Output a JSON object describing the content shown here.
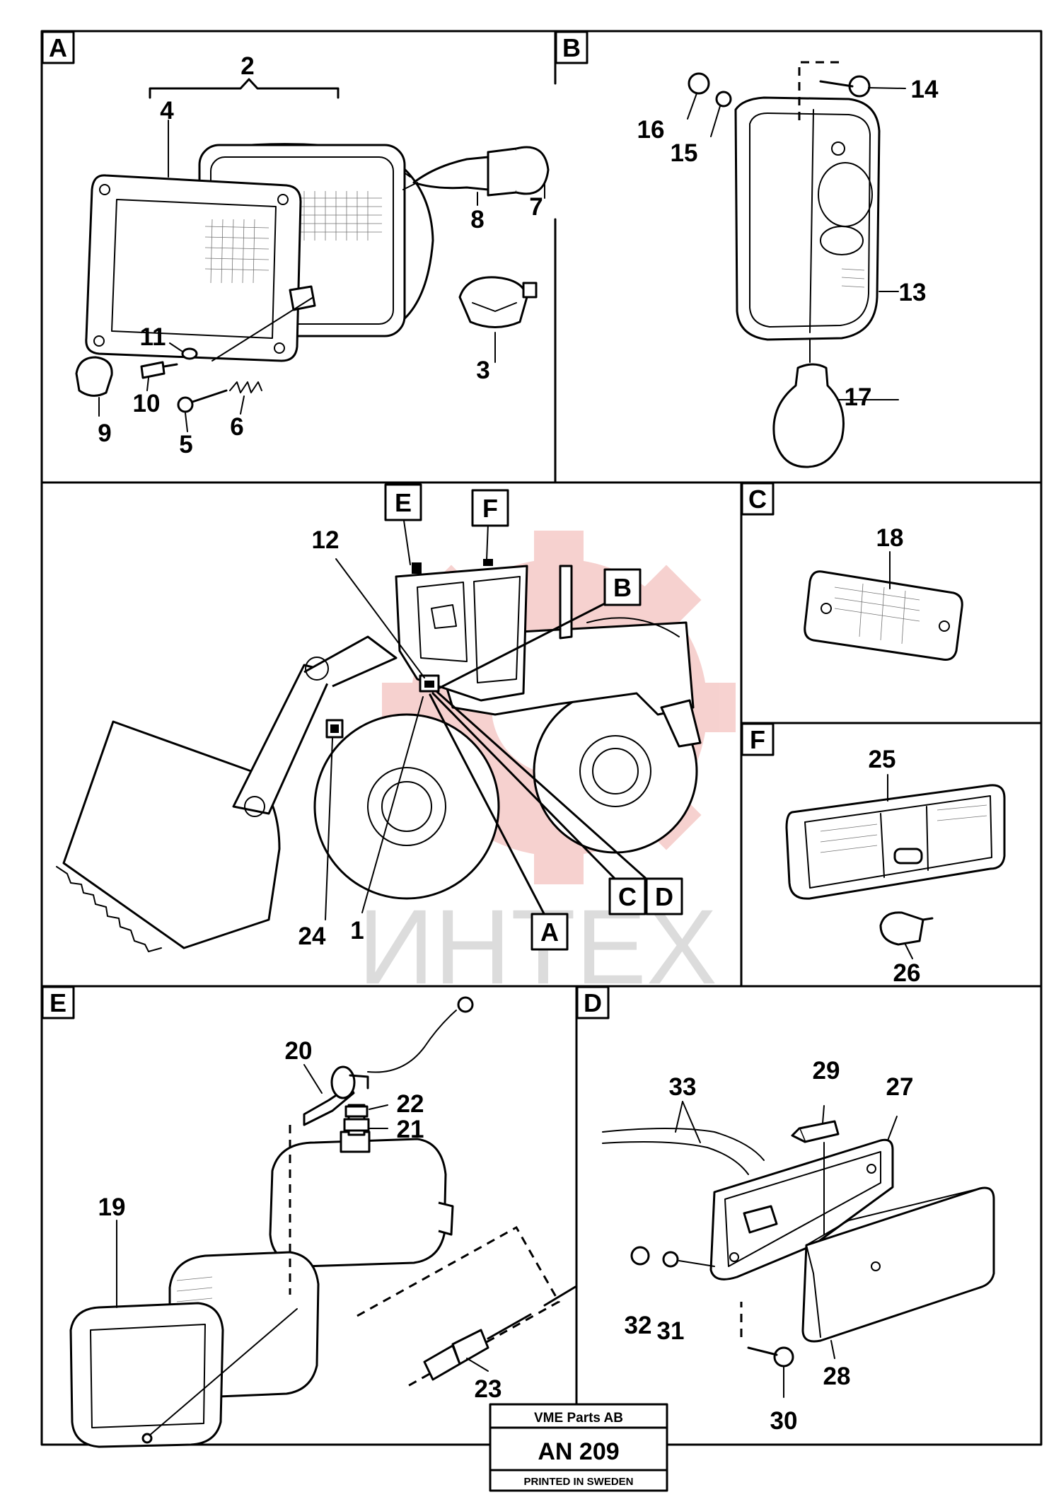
{
  "panels": {
    "A": "A",
    "B": "B",
    "C": "C",
    "D": "D",
    "E": "E",
    "F": "F"
  },
  "machine_callouts": {
    "A": "A",
    "B": "B",
    "C": "C",
    "D": "D",
    "E": "E",
    "F": "F"
  },
  "part_numbers": {
    "p1": "1",
    "p2": "2",
    "p3": "3",
    "p4": "4",
    "p5": "5",
    "p6": "6",
    "p7": "7",
    "p8": "8",
    "p9": "9",
    "p10": "10",
    "p11": "11",
    "p12": "12",
    "p13": "13",
    "p14": "14",
    "p15": "15",
    "p16": "16",
    "p17": "17",
    "p18": "18",
    "p19": "19",
    "p20": "20",
    "p21": "21",
    "p22": "22",
    "p23": "23",
    "p24": "24",
    "p25": "25",
    "p26": "26",
    "p27": "27",
    "p28": "28",
    "p29": "29",
    "p30": "30",
    "p31": "31",
    "p32": "32",
    "p33": "33"
  },
  "watermark": "ИНТЕХ",
  "title_block": {
    "company": "VME Parts AB",
    "drawing_number": "AN 209",
    "printed": "PRINTED IN SWEDEN"
  }
}
